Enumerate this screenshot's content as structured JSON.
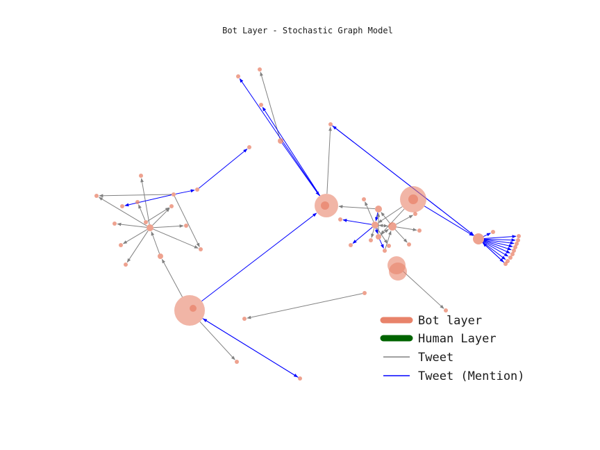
{
  "title": "Bot Layer - Stochastic Graph Model",
  "colors": {
    "bot_node": "#e8836a",
    "human_node": "#006400",
    "tweet_edge": "#808080",
    "mention_edge": "#0000ff"
  },
  "legend": [
    {
      "label": "Bot layer",
      "kind": "node",
      "color": "#e8836a"
    },
    {
      "label": "Human Layer",
      "kind": "node",
      "color": "#006400"
    },
    {
      "label": "Tweet",
      "kind": "edge",
      "color": "#808080"
    },
    {
      "label": "Tweet (Mention)",
      "kind": "edge",
      "color": "#0000ff"
    }
  ]
}
